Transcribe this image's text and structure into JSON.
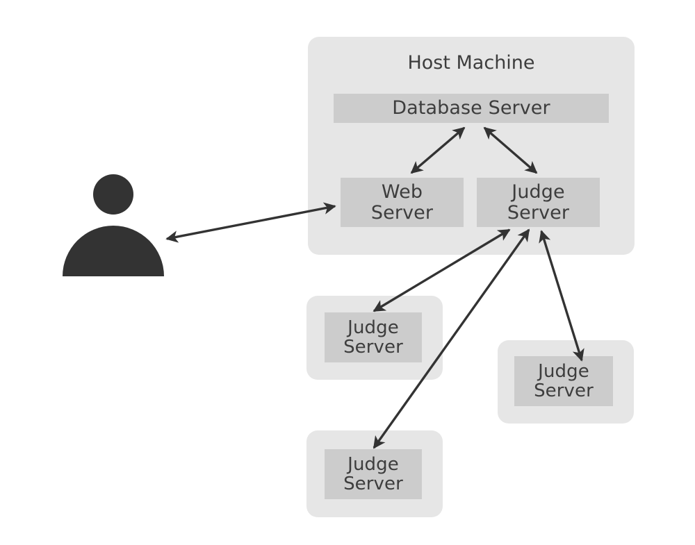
{
  "diagram": {
    "title": "Host Machine",
    "background_color": "#ffffff",
    "container_color": "#e6e6e6",
    "box_color": "#cccccc",
    "text_color": "#3d3d3d",
    "arrow_color": "#333333",
    "user": {
      "icon": "user-person-icon"
    },
    "host_machine": {
      "label": "Host Machine",
      "services": [
        {
          "label": "Database Server"
        },
        {
          "label": "Web\nServer"
        },
        {
          "label": "Judge\nServer"
        }
      ]
    },
    "external_judges": [
      {
        "label": "Judge\nServer"
      },
      {
        "label": "Judge\nServer"
      },
      {
        "label": "Judge\nServer"
      }
    ],
    "connections": [
      {
        "from": "user",
        "to": "web-server",
        "type": "bidirectional"
      },
      {
        "from": "database-server",
        "to": "web-server",
        "type": "bidirectional"
      },
      {
        "from": "database-server",
        "to": "judge-server-host",
        "type": "bidirectional"
      },
      {
        "from": "judge-server-host",
        "to": "judge-server-1",
        "type": "bidirectional"
      },
      {
        "from": "judge-server-host",
        "to": "judge-server-2",
        "type": "bidirectional"
      },
      {
        "from": "judge-server-host",
        "to": "judge-server-3",
        "type": "bidirectional"
      }
    ]
  }
}
